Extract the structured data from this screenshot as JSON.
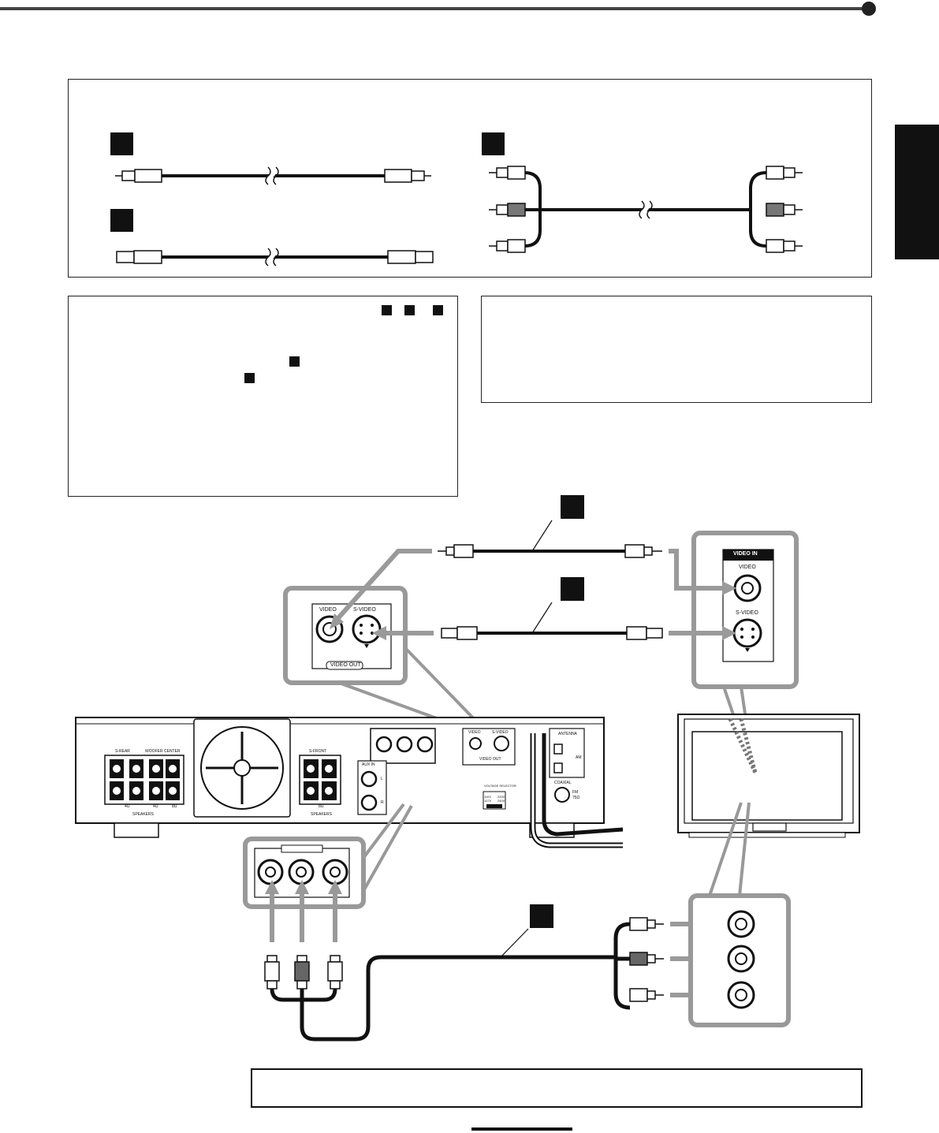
{
  "colors": {
    "ink": "#111111",
    "gray_arrow": "#9a9a9a",
    "panel_bg": "#ffffff"
  },
  "panel_labels": {
    "video_out": "VIDEO OUT",
    "video": "VIDEO",
    "s_video": "S-VIDEO",
    "tv_video_in": "VIDEO  IN",
    "tv_video": "VIDEO",
    "tv_s_video": "S-VIDEO"
  },
  "rear_labels": {
    "s_rear": "S-REAR",
    "woofer": "WOOFER",
    "center": "CENTER",
    "s_front": "S-FRONT",
    "speakers_left": "SPEAKERS",
    "speakers_right": "SPEAKERS",
    "ohm_left": "4Ω",
    "ohm_mid": "4Ω",
    "ohm_right": "8Ω",
    "ohm_front": "8Ω",
    "aux_in": "AUX IN",
    "aux_l": "L",
    "aux_r": "R",
    "rv_video": "VIDEO",
    "rv_s_video": "S-VIDEO",
    "rv_video_out": "VIDEO OUT",
    "antenna": "ANTENNA",
    "am": "AM",
    "coaxial": "COAXIAL",
    "fm": "FM",
    "fm_ohm": "75Ω",
    "voltage_selector": "VOLTAGE SELECTOR",
    "v1": "110V",
    "v2": "127V",
    "v3": "220V",
    "v4": "240V"
  }
}
